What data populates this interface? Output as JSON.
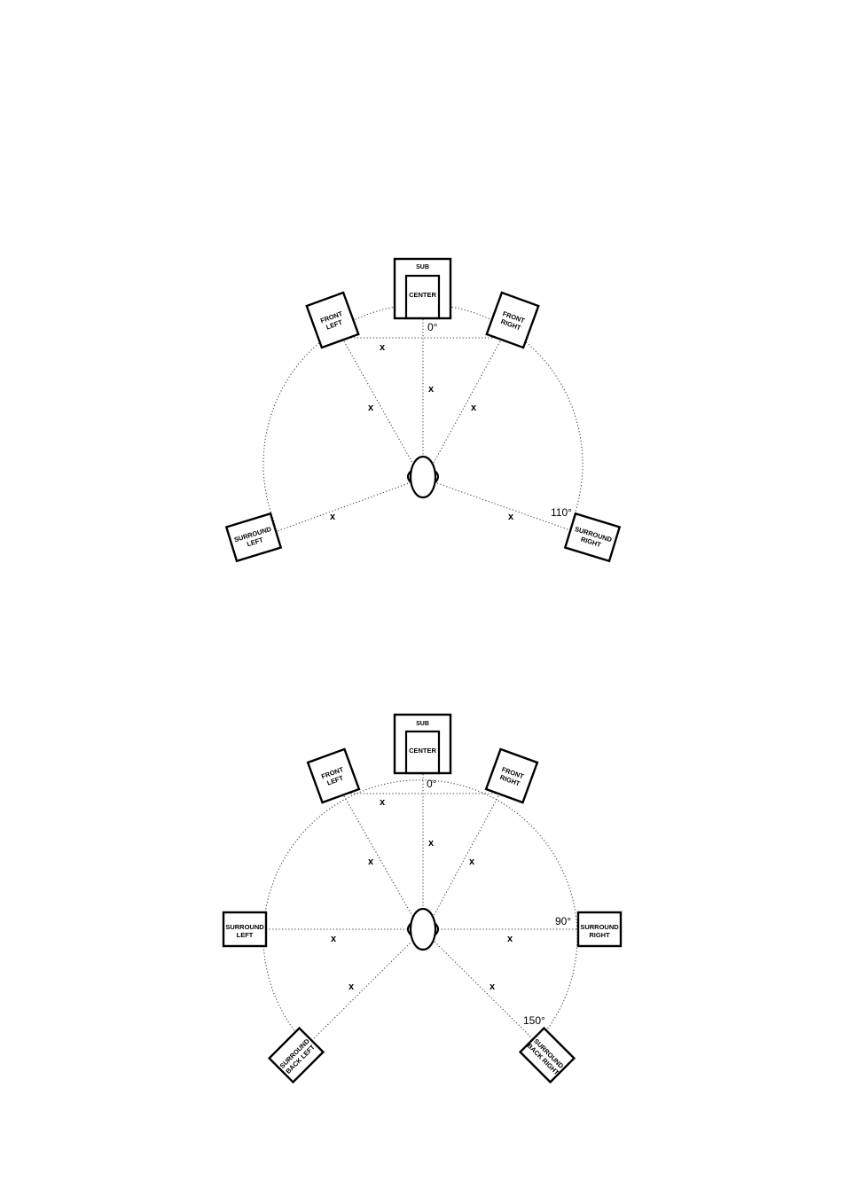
{
  "diagram_51": {
    "subwoofer_label": "SUB",
    "center_label": "CENTER",
    "front_left_label": [
      "FRONT",
      "LEFT"
    ],
    "front_right_label": [
      "FRONT",
      "RIGHT"
    ],
    "surround_left_label": [
      "SURROUND",
      "LEFT"
    ],
    "surround_right_label": [
      "SURROUND",
      "RIGHT"
    ],
    "angle_center": "0°",
    "angle_surround": "110°",
    "distance_marker": "x"
  },
  "diagram_71": {
    "subwoofer_label": "SUB",
    "center_label": "CENTER",
    "front_left_label": [
      "FRONT",
      "LEFT"
    ],
    "front_right_label": [
      "FRONT",
      "RIGHT"
    ],
    "surround_left_label": [
      "SURROUND",
      "LEFT"
    ],
    "surround_right_label": [
      "SURROUND",
      "RIGHT"
    ],
    "surround_back_left_label": [
      "SURROUND",
      "BACK LEFT"
    ],
    "surround_back_right_label": [
      "SURROUND",
      "BACK RIGHT"
    ],
    "angle_center": "0°",
    "angle_surround": "90°",
    "angle_surround_back": "150°",
    "distance_marker": "x"
  }
}
